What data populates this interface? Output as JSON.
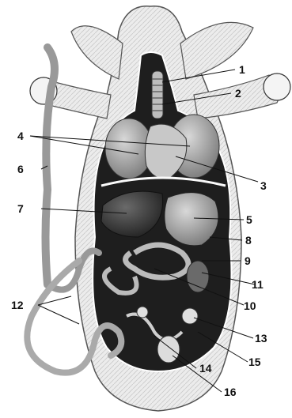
{
  "labels": {
    "l1": "1",
    "l2": "2",
    "l3": "3",
    "l4": "4",
    "l5": "5",
    "l6": "6",
    "l7": "7",
    "l8": "8",
    "l9": "9",
    "l10": "10",
    "l11": "11",
    "l12": "12",
    "l13": "13",
    "l14": "14",
    "l15": "15",
    "l16": "16"
  },
  "colors": {
    "ink": "#111111",
    "body": "#e6e6e6",
    "cavity": "#1a1a1a",
    "organ": "#9a9a9a",
    "light_organ": "#cfcfcf"
  }
}
